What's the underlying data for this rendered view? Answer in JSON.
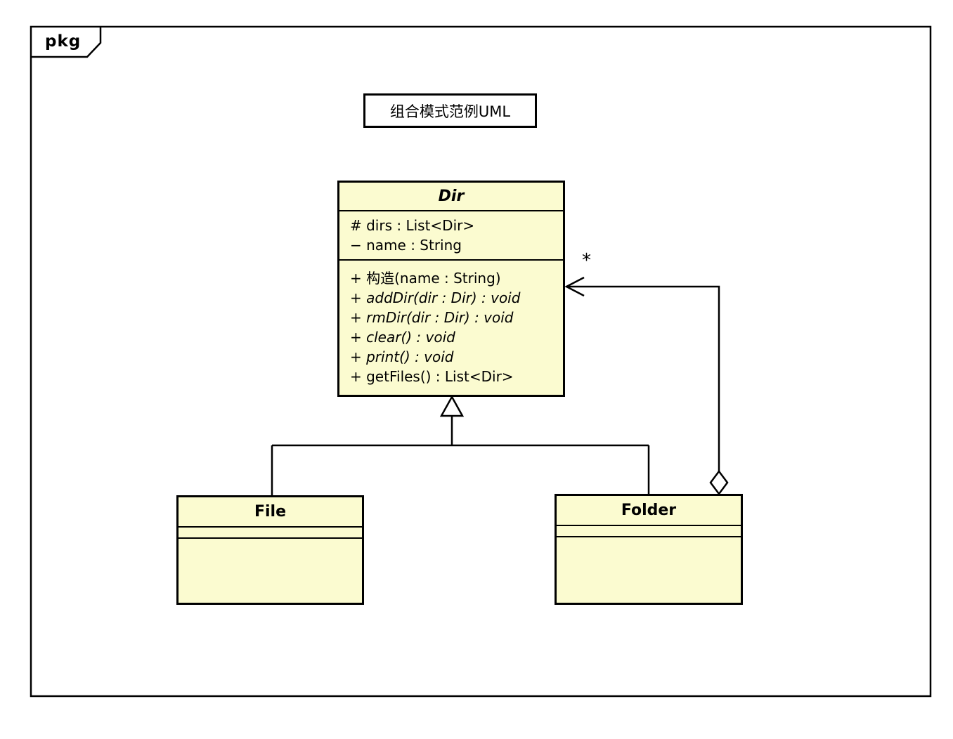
{
  "frame": {
    "tab_label": "pkg"
  },
  "title": "组合模式范例UML",
  "classes": {
    "dir": {
      "name": "Dir",
      "abstract": true,
      "attributes": [
        {
          "text": "# dirs : List<Dir>",
          "italic": false
        },
        {
          "text": "− name : String",
          "italic": false
        }
      ],
      "methods": [
        {
          "text": "+ 构造(name : String)",
          "italic": false
        },
        {
          "text": "+ addDir(dir : Dir) : void",
          "italic": true
        },
        {
          "text": "+ rmDir(dir : Dir) : void",
          "italic": true
        },
        {
          "text": "+ clear() : void",
          "italic": true
        },
        {
          "text": "+ print() : void",
          "italic": true
        },
        {
          "text": "+ getFiles() : List<Dir>",
          "italic": false
        }
      ]
    },
    "file": {
      "name": "File",
      "attributes": [],
      "methods": []
    },
    "folder": {
      "name": "Folder",
      "attributes": [],
      "methods": []
    }
  },
  "relations": {
    "generalization": [
      {
        "from": "File",
        "to": "Dir"
      },
      {
        "from": "Folder",
        "to": "Dir"
      }
    ],
    "aggregation": {
      "from": "Folder",
      "to": "Dir"
    },
    "aggregation_multiplicity": "*"
  },
  "colors": {
    "class_fill": "#FBFBD0",
    "line": "#000000",
    "background": "#FFFFFF"
  }
}
